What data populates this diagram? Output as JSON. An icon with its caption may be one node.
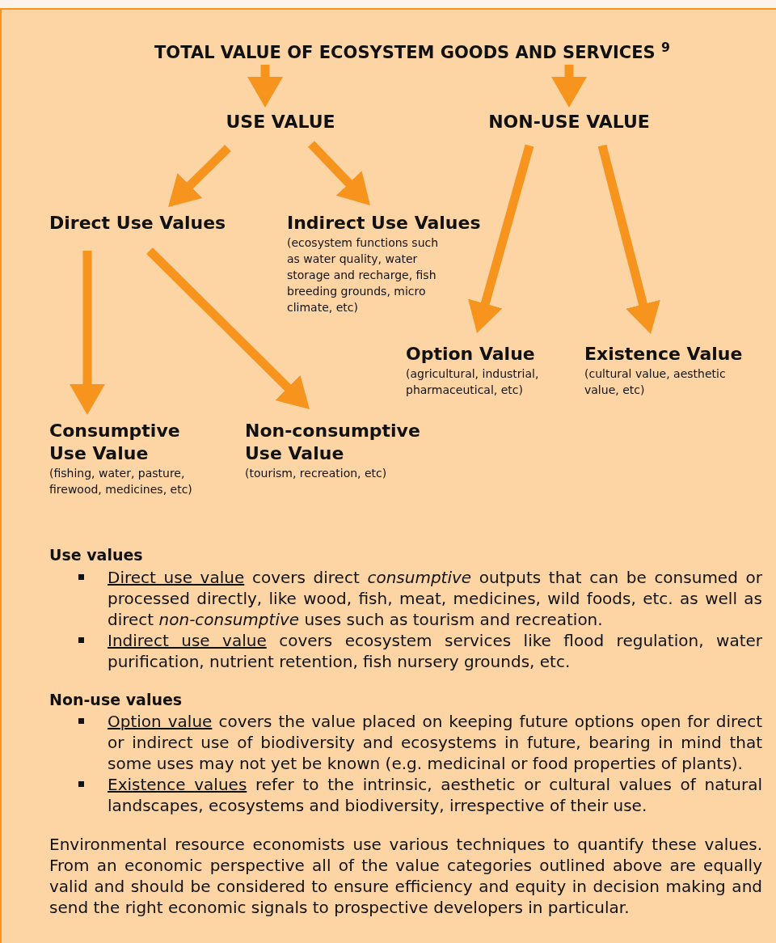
{
  "diagram": {
    "nodes": [
      {
        "text": [
          "TOTAL VALUE OF ECOSYSTEM GOODS AND SERVICES $^{9}$"
        ]
      },
      {
        "text": [
          "USE VALUE"
        ]
      },
      {
        "text": [
          "NON-USE VALUE"
        ]
      },
      {
        "text": [
          "Direct Use Values"
        ]
      },
      {
        "text": [
          "Indirect Use Values",
          "(ecosystem functions such as water quality, water storage and recharge, fish breeding grounds, micro climate, etc)"
        ]
      },
      {
        "text": [
          "Option Value",
          "(agricultural, industrial, pharmaceutical, etc)"
        ]
      },
      {
        "text": [
          "Existence Value",
          "(cultural value, aesthetic value, etc)"
        ]
      },
      {
        "text": [
          "Consumptive Use Value",
          "(fishing, water, pasture, firewood, medicines, etc)"
        ]
      },
      {
        "text": [
          "Non-consumptive Use Value",
          "(tourism, recreation, etc)"
        ]
      }
    ],
    "edges": [
      {
        "from": 0,
        "to": 1,
        "arrow": "to"
      },
      {
        "from": 0,
        "to": 2,
        "arrow": "to"
      },
      {
        "from": 1,
        "to": 3,
        "arrow": "to"
      },
      {
        "from": 1,
        "to": 4,
        "arrow": "to"
      },
      {
        "from": 2,
        "to": 5,
        "arrow": "to"
      },
      {
        "from": 2,
        "to": 6,
        "arrow": "to"
      },
      {
        "from": 3,
        "to": 7,
        "arrow": "to"
      },
      {
        "from": 3,
        "to": 8,
        "arrow": "to"
      }
    ],
    "labels": [
      "Use values",
      "Direct use value",
      "covers direct *consumptive* outputs that can be consumed or processed directly, like wood, fish, meat, medicines, wild foods, etc. as well as direct *non-consumptive* uses such as tourism and recreation.",
      "Indirect use value",
      "covers ecosystem services like flood regulation, water purification, nutrient retention, fish nursery grounds, etc.",
      "Non-use values",
      "Option value",
      "covers the value placed on keeping future options open for direct or indirect use of biodiversity and ecosystems in future, bearing in mind that some uses may not yet be known (e.g. medicinal or food properties of plants).",
      "Existence values",
      "refer to the intrinsic, aesthetic or cultural values of natural landscapes, ecosystems and biodiversity, irrespective of their use.",
      "Environmental resource economists use various techniques to quantify these values. From an economic perspective all of the value categories outlined above are equally valid and should be considered to ensure efficiency and equity in decision making and send the right economic signals to prospective developers in particular."
    ]
  }
}
